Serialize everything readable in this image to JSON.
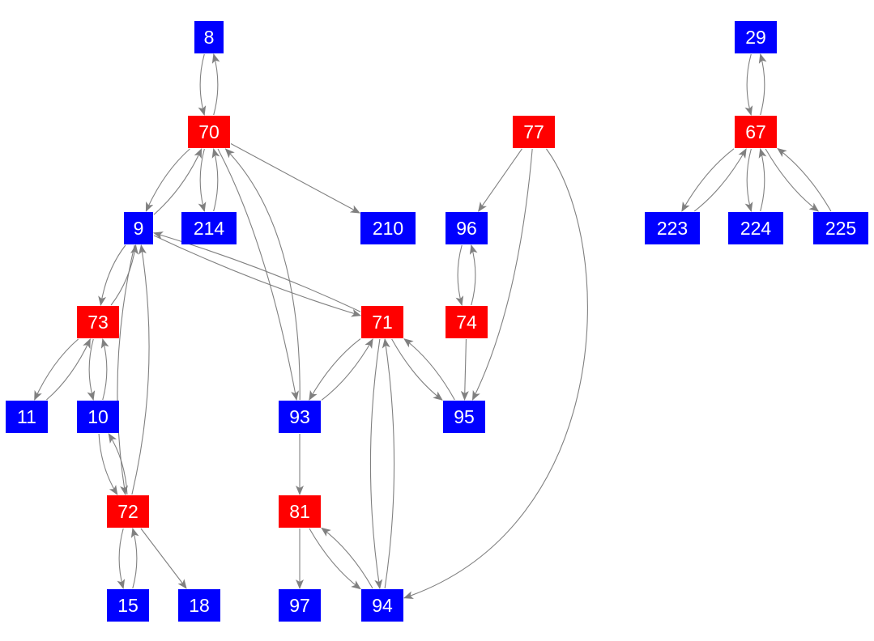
{
  "colors": {
    "highlight": "#ff0000",
    "normal": "#0000ff",
    "edge": "#808080",
    "label": "#ffffff"
  },
  "nodes": [
    {
      "id": "8",
      "type": "normal"
    },
    {
      "id": "70",
      "type": "highlight"
    },
    {
      "id": "9",
      "type": "normal"
    },
    {
      "id": "214",
      "type": "normal"
    },
    {
      "id": "210",
      "type": "normal"
    },
    {
      "id": "77",
      "type": "highlight"
    },
    {
      "id": "96",
      "type": "normal"
    },
    {
      "id": "74",
      "type": "highlight"
    },
    {
      "id": "29",
      "type": "normal"
    },
    {
      "id": "67",
      "type": "highlight"
    },
    {
      "id": "223",
      "type": "normal"
    },
    {
      "id": "224",
      "type": "normal"
    },
    {
      "id": "225",
      "type": "normal"
    },
    {
      "id": "73",
      "type": "highlight"
    },
    {
      "id": "71",
      "type": "highlight"
    },
    {
      "id": "11",
      "type": "normal"
    },
    {
      "id": "10",
      "type": "normal"
    },
    {
      "id": "93",
      "type": "normal"
    },
    {
      "id": "95",
      "type": "normal"
    },
    {
      "id": "72",
      "type": "highlight"
    },
    {
      "id": "81",
      "type": "highlight"
    },
    {
      "id": "15",
      "type": "normal"
    },
    {
      "id": "18",
      "type": "normal"
    },
    {
      "id": "97",
      "type": "normal"
    },
    {
      "id": "94",
      "type": "normal"
    }
  ],
  "edges": [
    [
      "8",
      "70"
    ],
    [
      "70",
      "8"
    ],
    [
      "70",
      "9"
    ],
    [
      "9",
      "70"
    ],
    [
      "70",
      "214"
    ],
    [
      "214",
      "70"
    ],
    [
      "70",
      "210"
    ],
    [
      "70",
      "93"
    ],
    [
      "93",
      "70"
    ],
    [
      "77",
      "96"
    ],
    [
      "77",
      "95"
    ],
    [
      "77",
      "94"
    ],
    [
      "96",
      "74"
    ],
    [
      "74",
      "96"
    ],
    [
      "74",
      "95"
    ],
    [
      "9",
      "73"
    ],
    [
      "73",
      "9"
    ],
    [
      "9",
      "71"
    ],
    [
      "71",
      "9"
    ],
    [
      "9",
      "72"
    ],
    [
      "72",
      "9"
    ],
    [
      "73",
      "11"
    ],
    [
      "11",
      "73"
    ],
    [
      "73",
      "10"
    ],
    [
      "10",
      "73"
    ],
    [
      "10",
      "72"
    ],
    [
      "72",
      "10"
    ],
    [
      "29",
      "67"
    ],
    [
      "67",
      "29"
    ],
    [
      "67",
      "223"
    ],
    [
      "223",
      "67"
    ],
    [
      "67",
      "224"
    ],
    [
      "224",
      "67"
    ],
    [
      "67",
      "225"
    ],
    [
      "225",
      "67"
    ],
    [
      "71",
      "93"
    ],
    [
      "93",
      "71"
    ],
    [
      "71",
      "95"
    ],
    [
      "95",
      "71"
    ],
    [
      "71",
      "94"
    ],
    [
      "94",
      "71"
    ],
    [
      "93",
      "81"
    ],
    [
      "81",
      "97"
    ],
    [
      "81",
      "94"
    ],
    [
      "94",
      "81"
    ],
    [
      "72",
      "15"
    ],
    [
      "15",
      "72"
    ],
    [
      "72",
      "18"
    ]
  ]
}
